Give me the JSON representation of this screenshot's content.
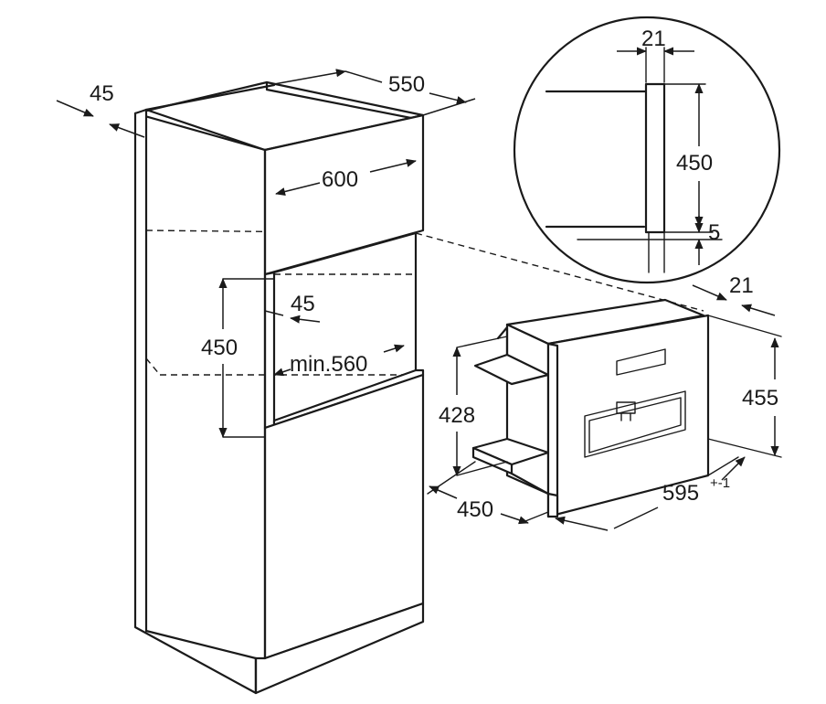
{
  "dimensions": {
    "side_panel_thickness": "45",
    "cabinet_depth": "550",
    "cabinet_width": "600",
    "niche_height": "450",
    "niche_inset": "45",
    "niche_width": "min.560",
    "detail_panel_thickness": "21",
    "detail_niche_height": "450",
    "detail_gap": "5",
    "appliance_panel_thickness": "21",
    "appliance_height": "455",
    "appliance_body_height": "428",
    "appliance_depth": "450",
    "appliance_width": "595",
    "appliance_width_tolerance": "+-1"
  }
}
